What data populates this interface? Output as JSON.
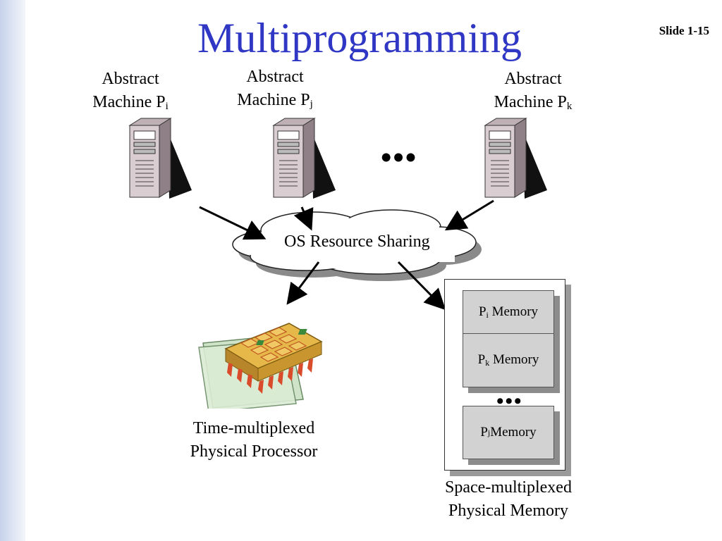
{
  "slide": {
    "title": "Multiprogramming",
    "number": "Slide 1-15"
  },
  "machines": [
    {
      "line1": "Abstract",
      "line2": "Machine P",
      "sub": "i"
    },
    {
      "line1": "Abstract",
      "line2": "Machine P",
      "sub": "j"
    },
    {
      "line1": "Abstract",
      "line2": "Machine P",
      "sub": "k"
    }
  ],
  "ellipsis": "•••",
  "cloud": {
    "label": "OS Resource Sharing"
  },
  "processor": {
    "line1": "Time-multiplexed",
    "line2": "Physical Processor"
  },
  "memory": {
    "blocks": [
      {
        "prefix": "P",
        "sub": "i",
        "suffix": " Memory"
      },
      {
        "prefix": "P",
        "sub": "k",
        "suffix": " Memory"
      },
      {
        "prefix": "P",
        "sub": "j",
        "suffix": " Memory"
      }
    ],
    "ellipsis": "•••",
    "line1": "Space-multiplexed",
    "line2": "Physical Memory"
  },
  "colors": {
    "title": "#2f37c4",
    "chip_body": "#e6b84a",
    "chip_pins": "#d94b2b",
    "memory_block": "#d2d2d2"
  },
  "icons": [
    "server-tower-icon",
    "cpu-chip-icon",
    "cloud-shape",
    "arrow"
  ]
}
